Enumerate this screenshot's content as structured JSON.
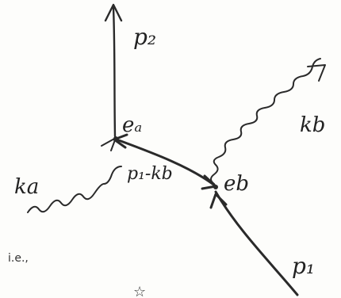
{
  "diagram": {
    "labels": {
      "p2": "p₂",
      "ea": "eₐ",
      "kb_top": "kb",
      "eb": "eb",
      "ka": "ka",
      "p1_minus_kb": "p₁-kb",
      "p1": "p₁",
      "ie": "i.e.,",
      "star": "☆"
    },
    "colors": {
      "ink": "#2a2a2a",
      "paper": "#fdfdfb"
    }
  }
}
